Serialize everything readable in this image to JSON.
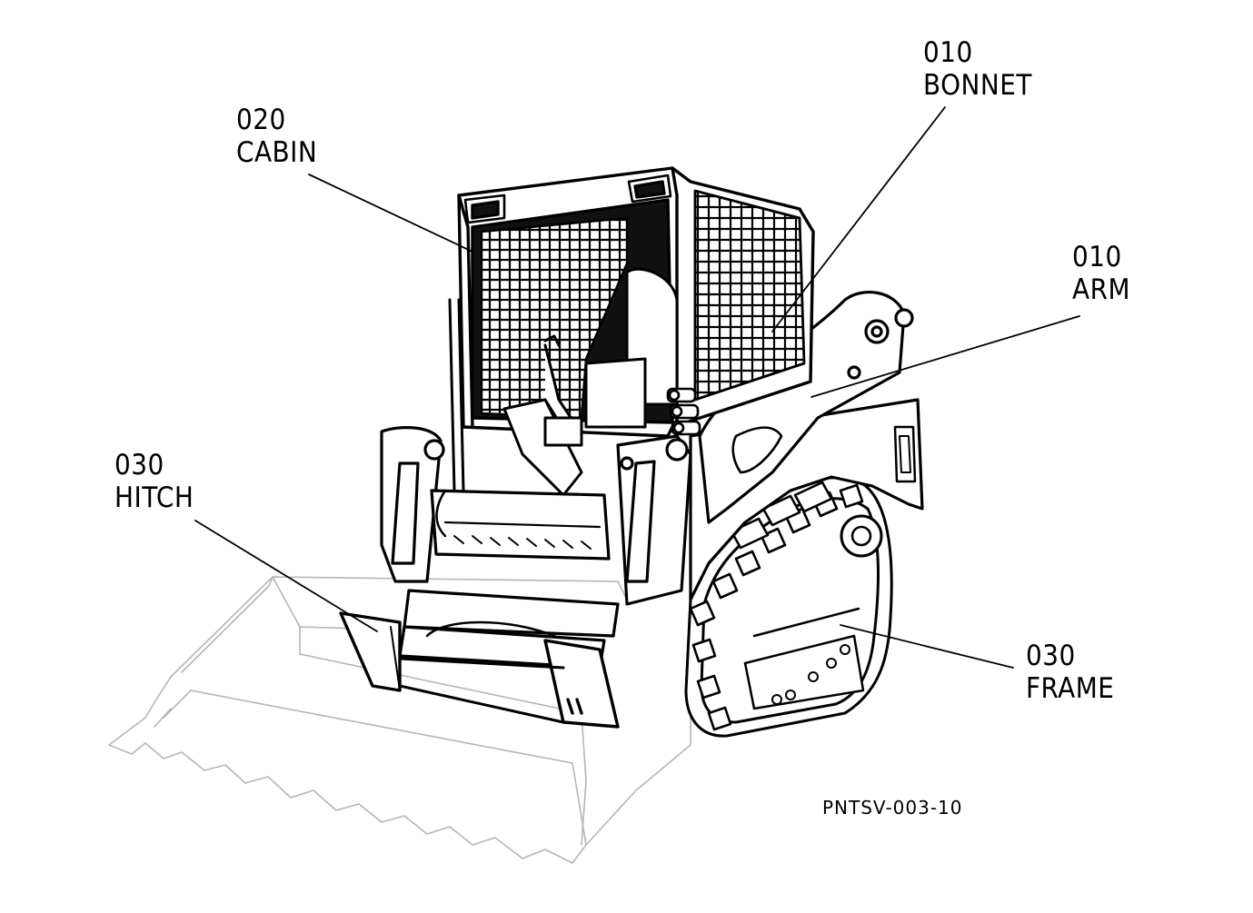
{
  "diagram": {
    "drawing_code": "PNTSV-003-10",
    "callouts": {
      "bonnet": {
        "number": "010",
        "name": "BONNET"
      },
      "cabin": {
        "number": "020",
        "name": "CABIN"
      },
      "arm": {
        "number": "010",
        "name": "ARM"
      },
      "hitch": {
        "number": "030",
        "name": "HITCH"
      },
      "frame": {
        "number": "030",
        "name": "FRAME"
      }
    },
    "colors": {
      "line": "#000000",
      "bucket_line": "#b5b5b5",
      "background": "#ffffff"
    }
  }
}
